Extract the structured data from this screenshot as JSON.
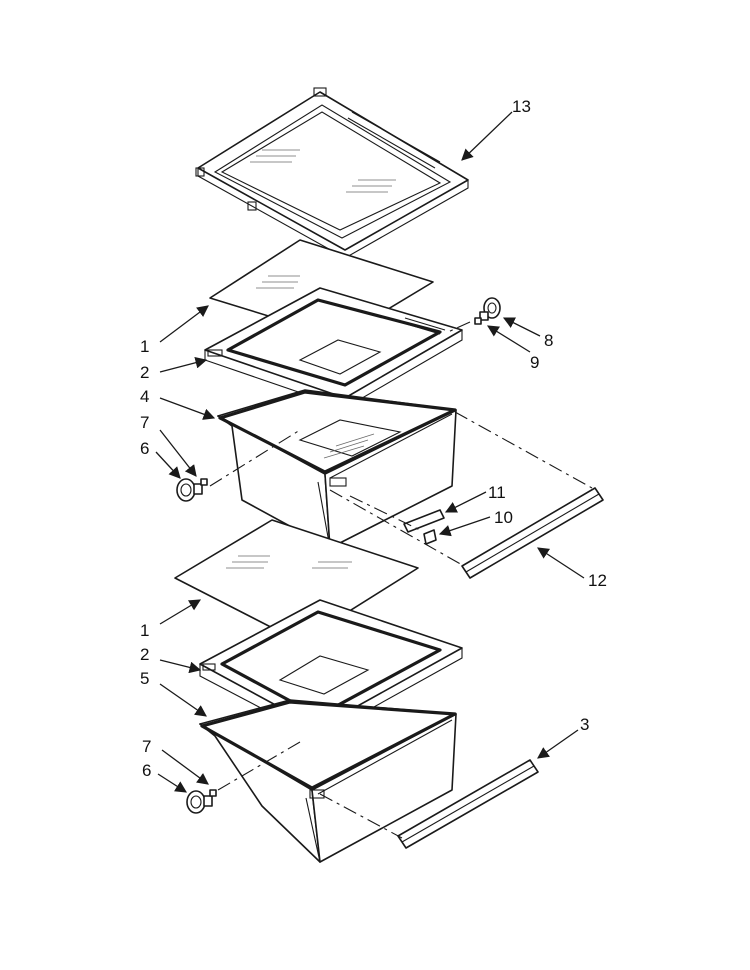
{
  "callouts": [
    {
      "id": "c13",
      "label": "13"
    },
    {
      "id": "c1a",
      "label": "1"
    },
    {
      "id": "c2a",
      "label": "2"
    },
    {
      "id": "c4",
      "label": "4"
    },
    {
      "id": "c7a",
      "label": "7"
    },
    {
      "id": "c6a",
      "label": "6"
    },
    {
      "id": "c8",
      "label": "8"
    },
    {
      "id": "c9",
      "label": "9"
    },
    {
      "id": "c11",
      "label": "11"
    },
    {
      "id": "c10",
      "label": "10"
    },
    {
      "id": "c12",
      "label": "12"
    },
    {
      "id": "c1b",
      "label": "1"
    },
    {
      "id": "c2b",
      "label": "2"
    },
    {
      "id": "c5",
      "label": "5"
    },
    {
      "id": "c3",
      "label": "3"
    },
    {
      "id": "c7b",
      "label": "7"
    },
    {
      "id": "c6b",
      "label": "6"
    }
  ]
}
